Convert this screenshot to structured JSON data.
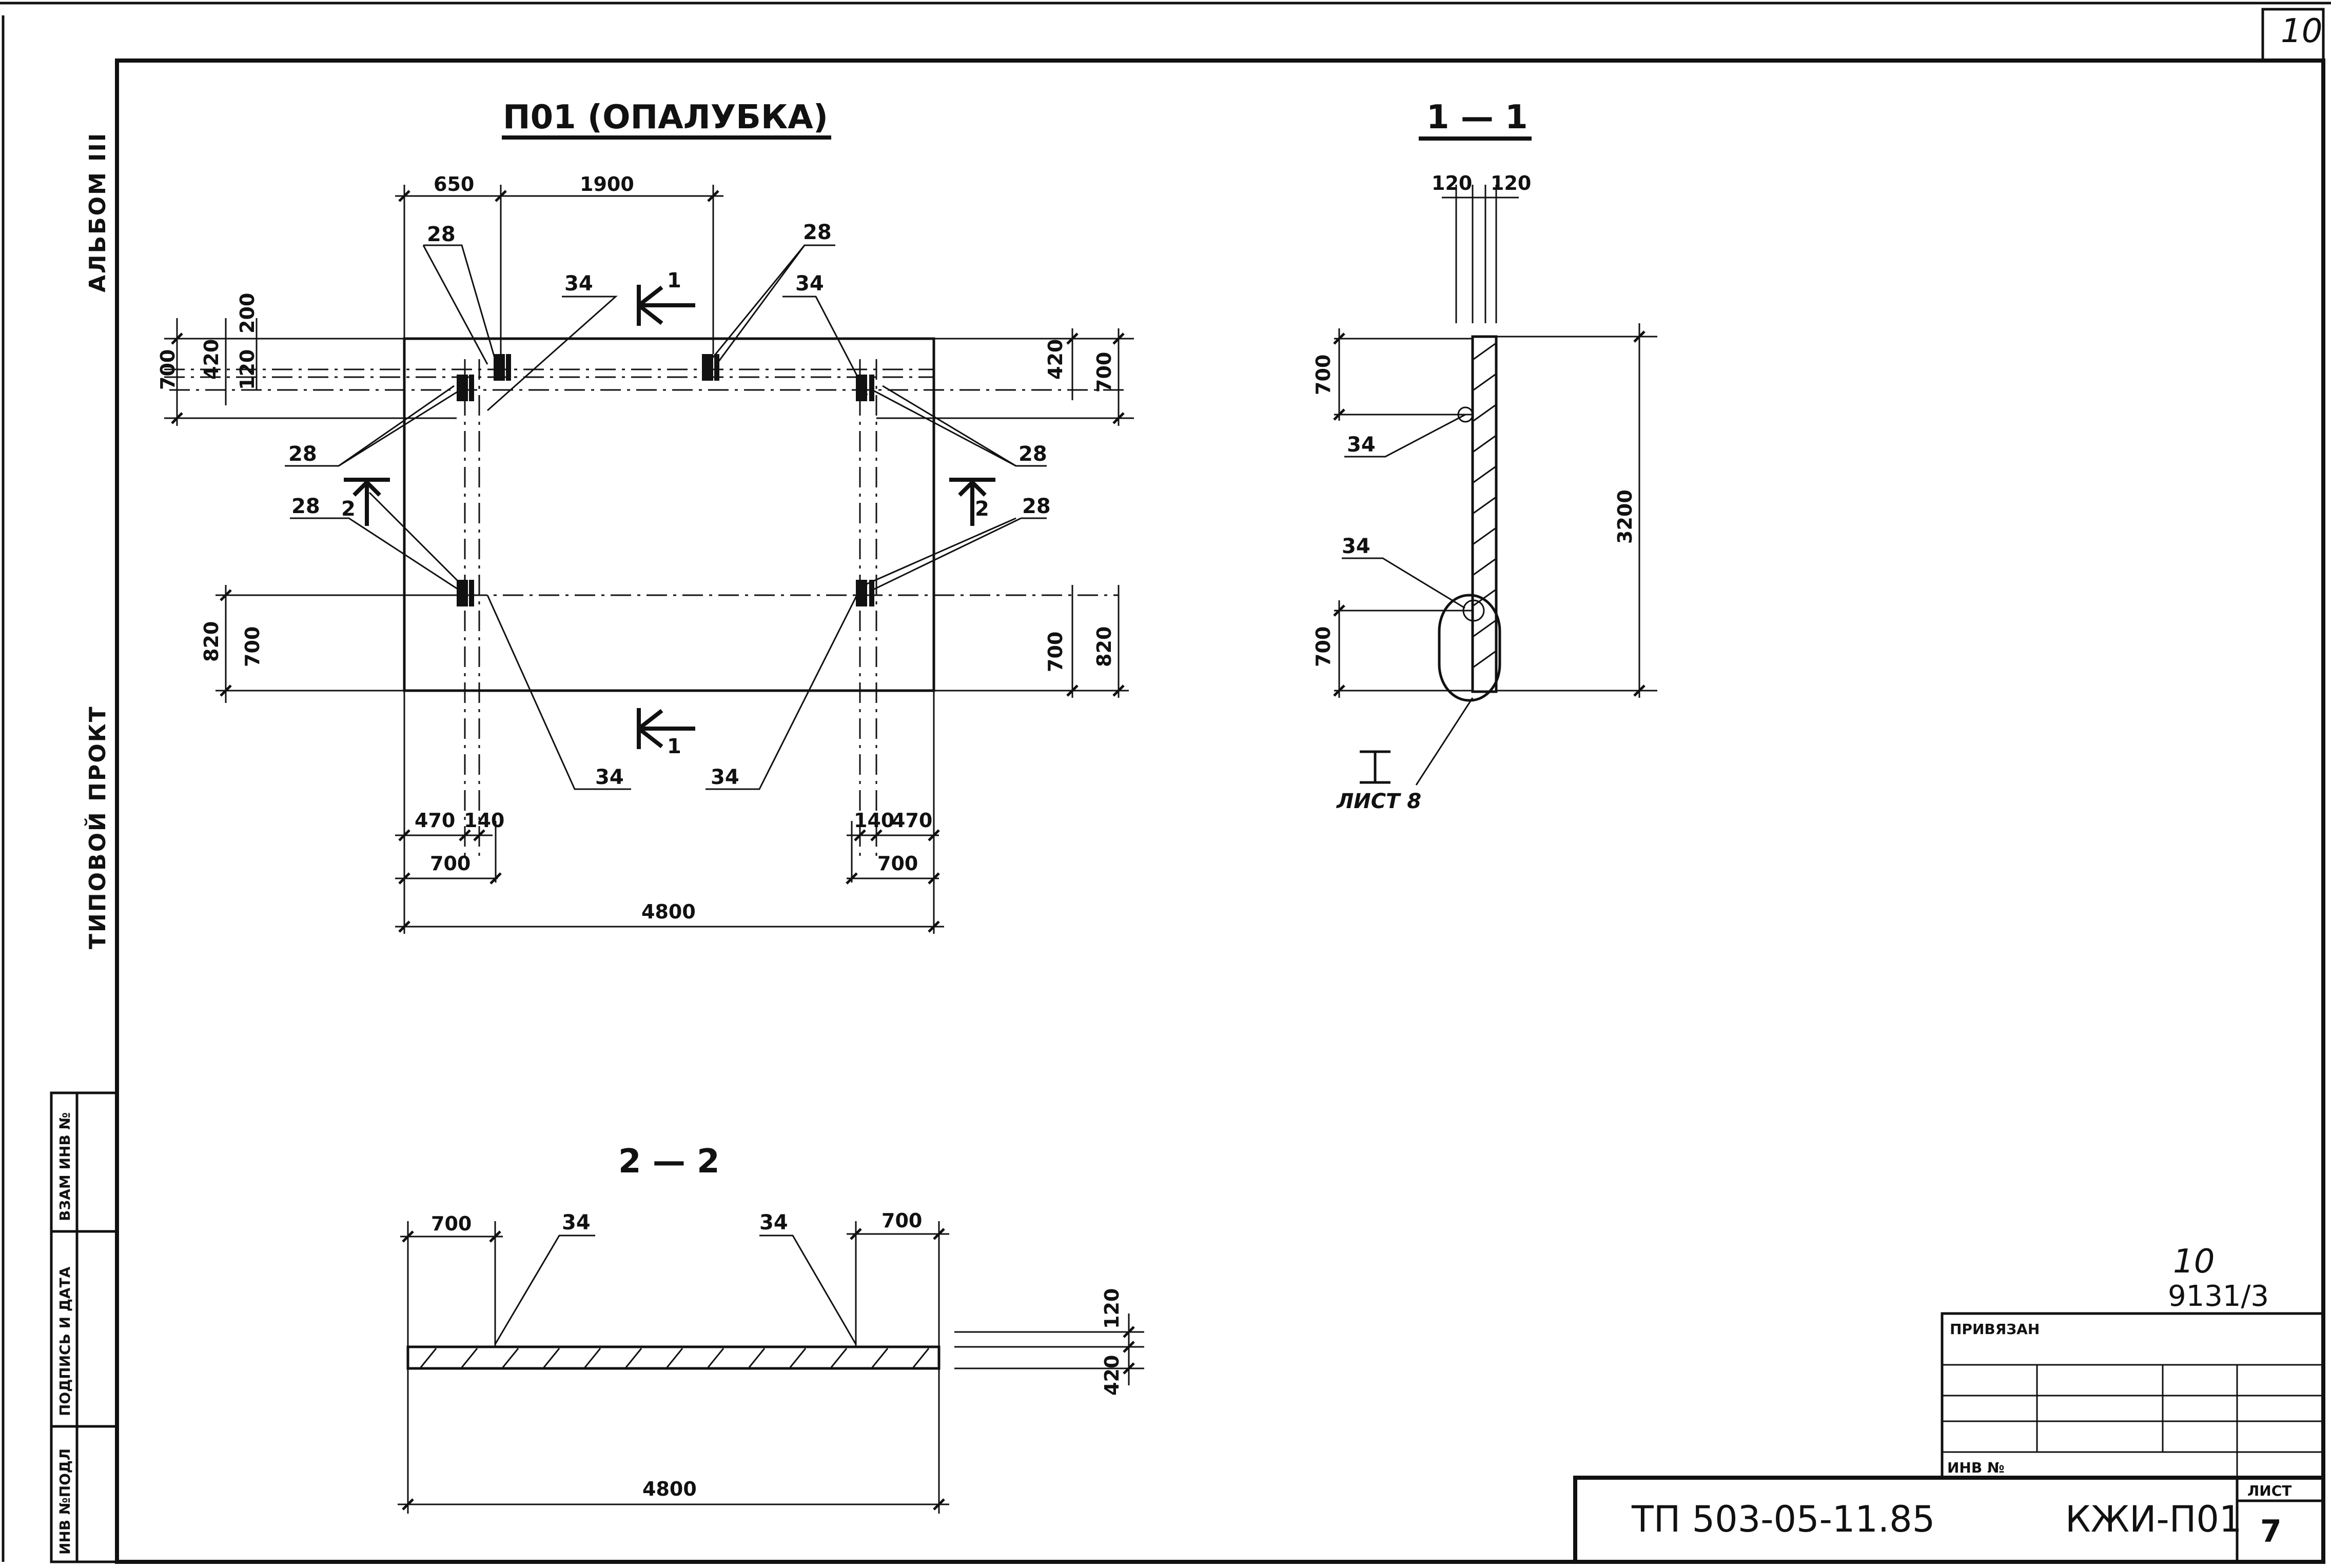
{
  "sheet": {
    "corner_number": "10",
    "side_album": "АЛЬБОМ III",
    "side_project": "ТИПОВОЙ ПРОКТ",
    "stamp_fields": [
      "ИНВ №ПОДЛ",
      "ПОДПИСЬ И ДАТА",
      "ВЗАМ ИНВ №"
    ]
  },
  "views": {
    "plan": {
      "title": "П01 (ОПАЛУБКА)",
      "dims_top": [
        "650",
        "1900"
      ],
      "dims_left": [
        "700",
        "420",
        "120",
        "200",
        "820",
        "700"
      ],
      "dims_right": [
        "420",
        "700",
        "700",
        "820"
      ],
      "dims_bottom": [
        "470",
        "140",
        "700",
        "140",
        "470",
        "700",
        "4800"
      ],
      "callouts": [
        "28",
        "34",
        "28",
        "34",
        "28",
        "28",
        "28",
        "28",
        "34",
        "34"
      ],
      "section_marks": [
        "1",
        "1",
        "2",
        "2"
      ]
    },
    "section_1": {
      "title": "1 — 1",
      "dims_top": [
        "120",
        "120"
      ],
      "dims_left": [
        "700",
        "700"
      ],
      "dims_right": [
        "3200"
      ],
      "callouts": [
        "34",
        "34"
      ],
      "ref_label": "I",
      "ref_sheet": "ЛИСТ 8"
    },
    "section_2": {
      "title": "2 — 2",
      "dims_top": [
        "700",
        "700"
      ],
      "callouts": [
        "34",
        "34"
      ],
      "dims_right": [
        "120",
        "420"
      ],
      "dims_bottom": [
        "4800"
      ]
    }
  },
  "title_block": {
    "page_number": "10",
    "archive_number": "9131/3",
    "bound_label": "ПРИВЯЗАН",
    "inv_label": "ИНВ №",
    "project_code": "ТП 503-05-11.85",
    "drawing_code": "КЖИ-П01",
    "sheet_label": "ЛИСТ",
    "sheet_number": "7"
  }
}
